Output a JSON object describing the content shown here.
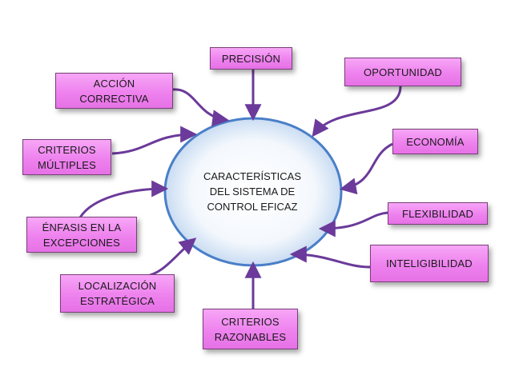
{
  "diagram": {
    "center_label": "CARACTERÍSTICAS\nDEL SISTEMA DE\nCONTROL EFICAZ",
    "nodes": {
      "precision": "PRECISIÓN",
      "oportunidad": "OPORTUNIDAD",
      "accion_correctiva": "ACCIÓN\nCORRECTIVA",
      "economia": "ECONOMÍA",
      "criterios_multiples": "CRITERIOS\nMÚLTIPLES",
      "flexibilidad": "FLEXIBILIDAD",
      "enfasis": "ÉNFASIS EN LA\nEXCEPCIONES",
      "inteligibilidad": "INTELIGIBILIDAD",
      "localizacion": "LOCALIZACIÓN\nESTRATÉGICA",
      "criterios_razonables": "CRITERIOS\nRAZONABLES"
    },
    "colors": {
      "node_fill": "#ee82ee",
      "connector": "#6b3a9a",
      "ellipse_edge": "#4a7fc8",
      "ellipse_core": "#ffffff"
    }
  }
}
